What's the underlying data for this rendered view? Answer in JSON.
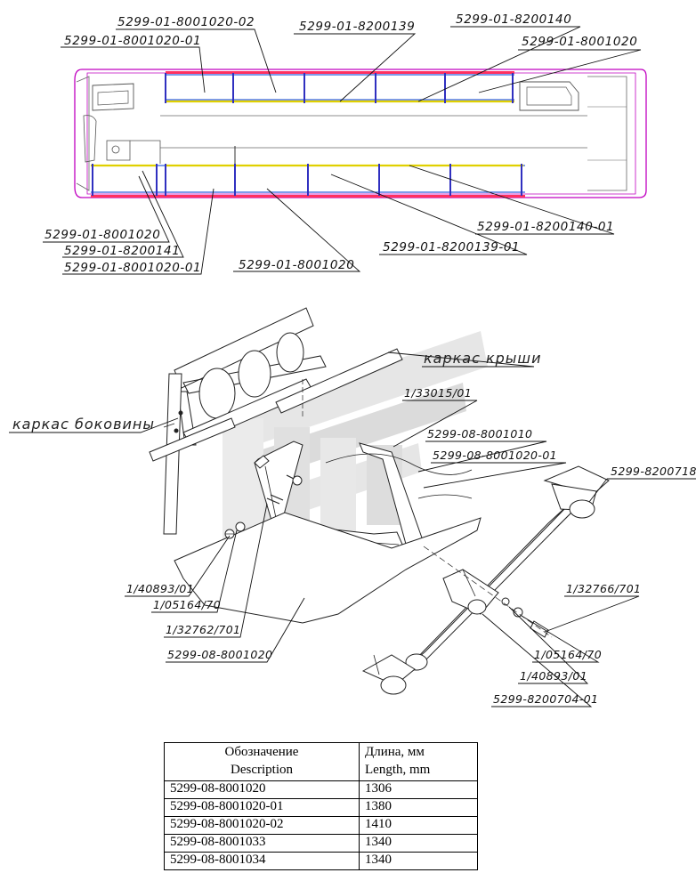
{
  "top_view": {
    "callouts_top": [
      "5299-01-8001020-02",
      "5299-01-8200139",
      "5299-01-8200140",
      "5299-01-8001020-01",
      "5299-01-8001020"
    ],
    "callouts_bottom": [
      "5299-01-8001020",
      "5299-01-8200141",
      "5299-01-8001020-01",
      "5299-01-8001020",
      "5299-01-8200139-01",
      "5299-01-8200140-01"
    ]
  },
  "assembly_view": {
    "label_roof_frame": "каркас крыши",
    "label_side_frame": "каркас боковины",
    "parts": [
      "1/33015/01",
      "5299-08-8001010",
      "5299-08-8001020-01",
      "5299-8200718",
      "1/40893/01",
      "1/05164/70",
      "1/32762/701",
      "5299-08-8001020",
      "1/32766/701",
      "1/05164/70",
      "1/40893/01",
      "5299-8200704-01"
    ]
  },
  "table": {
    "header_designation": "Обозначение",
    "header_description": "Description",
    "header_length_ru": "Длина, мм",
    "header_length_en": "Length, mm",
    "rows": [
      {
        "designation": "5299-08-8001020",
        "length": "1306"
      },
      {
        "designation": "5299-08-8001020-01",
        "length": "1380"
      },
      {
        "designation": "5299-08-8001020-02",
        "length": "1410"
      },
      {
        "designation": "5299-08-8001033",
        "length": "1340"
      },
      {
        "designation": "5299-08-8001034",
        "length": "1340"
      }
    ]
  }
}
